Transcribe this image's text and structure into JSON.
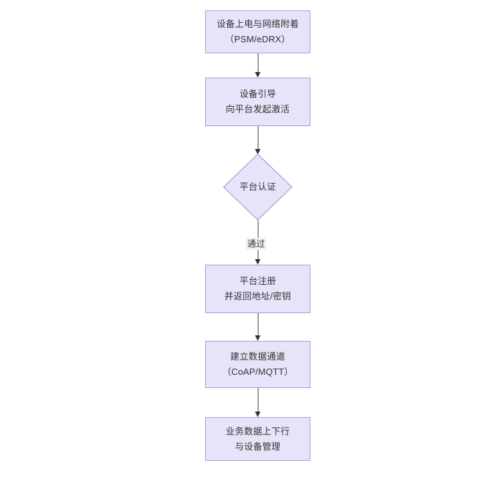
{
  "diagram": {
    "type": "flowchart",
    "orientation": "top-to-bottom",
    "background_color": "#ffffff",
    "node_fill_color": "#e7e3f8",
    "node_border_color": "#b197d6",
    "text_color": "#333333",
    "edge_color": "#444444",
    "nodes": [
      {
        "id": "n1",
        "shape": "rectangle",
        "lines": [
          "设备上电与网络附着",
          "（PSM/eDRX）"
        ]
      },
      {
        "id": "n2",
        "shape": "rectangle",
        "lines": [
          "设备引导",
          "向平台发起激活"
        ]
      },
      {
        "id": "n3",
        "shape": "diamond",
        "lines": [
          "平台认证"
        ]
      },
      {
        "id": "n4",
        "shape": "rectangle",
        "lines": [
          "平台注册",
          "并返回地址/密钥"
        ]
      },
      {
        "id": "n5",
        "shape": "rectangle",
        "lines": [
          "建立数据通道",
          "（CoAP/MQTT）"
        ]
      },
      {
        "id": "n6",
        "shape": "rectangle",
        "lines": [
          "业务数据上下行",
          "与设备管理"
        ]
      }
    ],
    "edges": [
      {
        "id": "e1",
        "from": "n1",
        "to": "n2",
        "label": ""
      },
      {
        "id": "e2",
        "from": "n2",
        "to": "n3",
        "label": ""
      },
      {
        "id": "e3",
        "from": "n3",
        "to": "n4",
        "label": "通过"
      },
      {
        "id": "e4",
        "from": "n4",
        "to": "n5",
        "label": ""
      },
      {
        "id": "e5",
        "from": "n5",
        "to": "n6",
        "label": ""
      }
    ]
  }
}
